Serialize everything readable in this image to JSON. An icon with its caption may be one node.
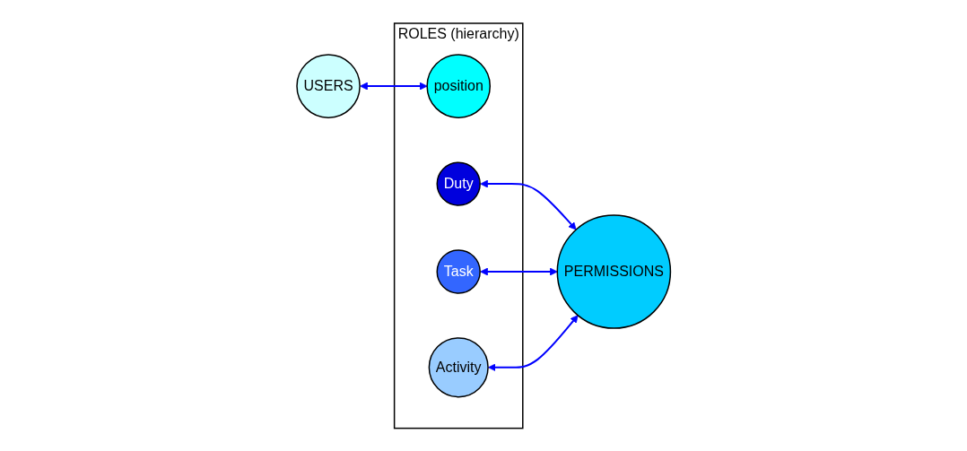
{
  "diagram": {
    "nodes": [
      {
        "text": [
          "USERS"
        ]
      },
      {
        "text": [
          "ROLES (hierarchy)"
        ]
      },
      {
        "text": [
          "position"
        ],
        "in": 1
      },
      {
        "text": [
          "Duty"
        ],
        "in": 1
      },
      {
        "text": [
          "Task"
        ],
        "in": 1
      },
      {
        "text": [
          "Activity"
        ],
        "in": 1
      },
      {
        "text": [
          "PERMISSIONS"
        ]
      }
    ],
    "edges": [
      {
        "from": 0,
        "to": 2,
        "arrow": "both"
      },
      {
        "from": 3,
        "to": 6,
        "arrow": "both"
      },
      {
        "from": 4,
        "to": 6,
        "arrow": "both"
      },
      {
        "from": 5,
        "to": 6,
        "arrow": "both"
      }
    ]
  }
}
